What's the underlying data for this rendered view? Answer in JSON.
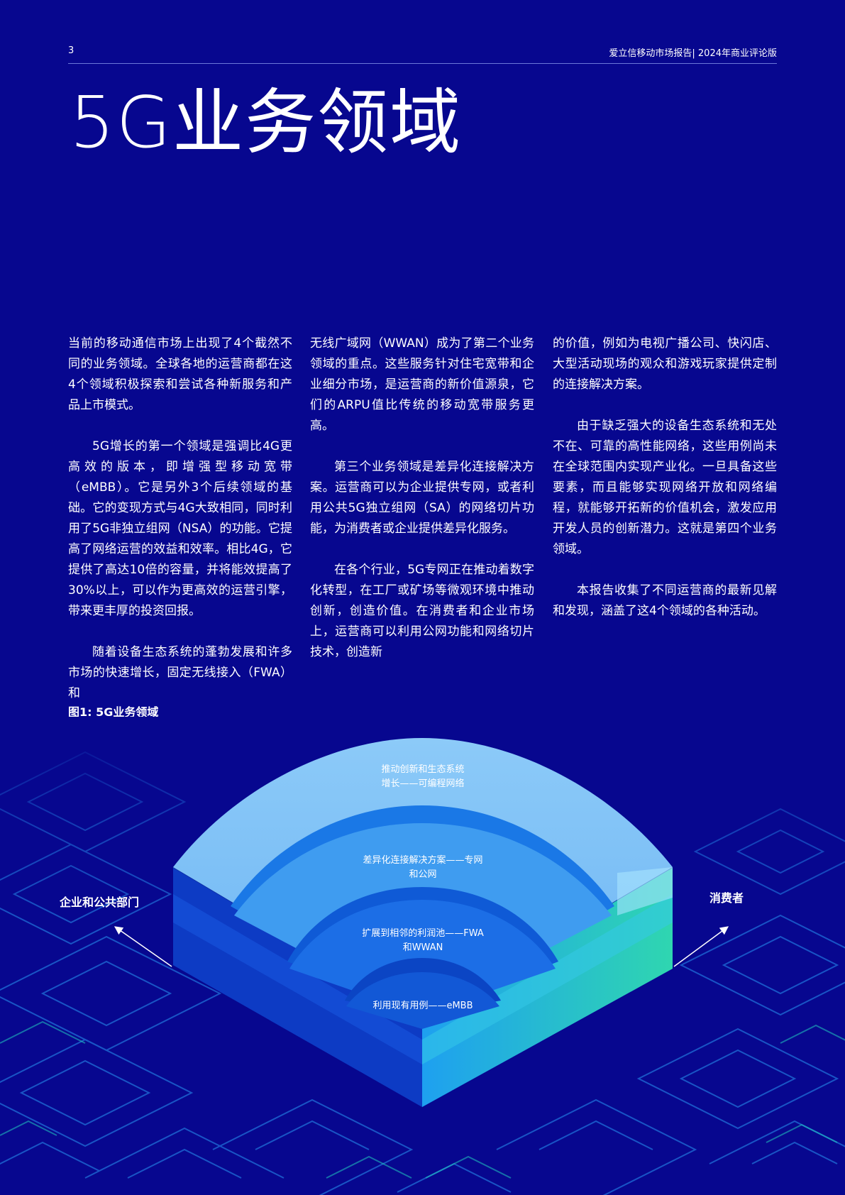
{
  "header": {
    "page_number": "3",
    "report_title": "爱立信移动市场报告| 2024年商业评论版"
  },
  "page_title": "5G业务领域",
  "columns": [
    [
      "当前的移动通信市场上出现了4个截然不同的业务领域。全球各地的运营商都在这4个领域积极探索和尝试各种新服务和产品上市模式。",
      "5G增长的第一个领域是强调比4G更高效的版本，即增强型移动宽带（eMBB）。它是另外3个后续领域的基础。它的变现方式与4G大致相同，同时利用了5G非独立组网（NSA）的功能。它提高了网络运营的效益和效率。相比4G，它提供了高达10倍的容量，并将能效提高了30%以上，可以作为更高效的运营引擎，带来更丰厚的投资回报。",
      "随着设备生态系统的蓬勃发展和许多市场的快速增长，固定无线接入（FWA）和"
    ],
    [
      "无线广域网（WWAN）成为了第二个业务领域的重点。这些服务针对住宅宽带和企业细分市场，是运营商的新价值源泉，它们的ARPU值比传统的移动宽带服务更高。",
      "第三个业务领域是差异化连接解决方案。运营商可以为企业提供专网，或者利用公共5G独立组网（SA）的网络切片功能，为消费者或企业提供差异化服务。",
      "在各个行业，5G专网正在推动着数字化转型，在工厂或矿场等微观环境中推动创新，创造价值。在消费者和企业市场上，运营商可以利用公网功能和网络切片技术，创造新"
    ],
    [
      "的价值，例如为电视广播公司、快闪店、大型活动现场的观众和游戏玩家提供定制的连接解决方案。",
      "由于缺乏强大的设备生态系统和无处不在、可靠的高性能网络，这些用例尚未在全球范围内实现产业化。一旦具备这些要素，而且能够实现网络开放和网络编程，就能够开拓新的价值机会，激发应用开发人员的创新潜力。这就是第四个业务领域。",
      "本报告收集了不同运营商的最新见解和发现，涵盖了这4个领域的各种活动。"
    ]
  ],
  "figure": {
    "caption": "图1: 5G业务领域",
    "left_label": "企业和公共部门",
    "right_label": "消费者",
    "layers": [
      {
        "line1": "推动创新和生态系统",
        "line2": "增长——可编程网络"
      },
      {
        "line1": "差异化连接解决方案——专网",
        "line2": "和公网"
      },
      {
        "line1": "扩展到相邻的利润池——FWA",
        "line2": "和WWAN"
      },
      {
        "line1": "利用现有用例——eMBB",
        "line2": ""
      }
    ]
  }
}
